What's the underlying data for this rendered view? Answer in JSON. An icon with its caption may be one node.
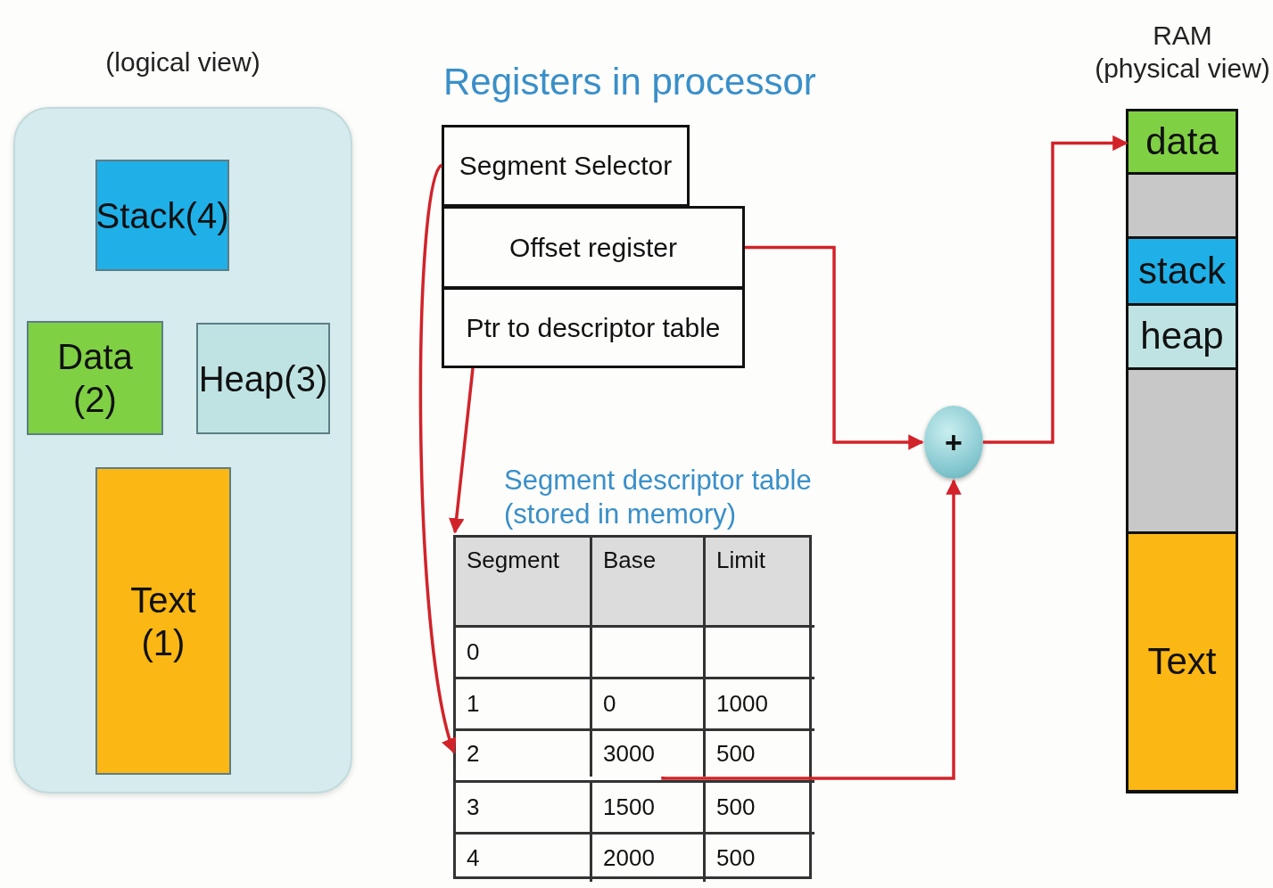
{
  "diagram": {
    "nodes": [
      {
        "text": [
          "(logical view)"
        ]
      },
      {
        "text": [
          "Stack(4)"
        ],
        "in": 0
      },
      {
        "text": [
          "Data (2)"
        ],
        "in": 0
      },
      {
        "text": [
          "Heap(3)"
        ],
        "in": 0
      },
      {
        "text": [
          "Text (1)"
        ],
        "in": 0
      },
      {
        "text": [
          "Segment Selector"
        ]
      },
      {
        "text": [
          "Offset register"
        ]
      },
      {
        "text": [
          "Ptr to descriptor table"
        ]
      },
      {
        "text": [
          "Segment descriptor table (stored in memory)"
        ]
      },
      {
        "text": [
          "Segment"
        ],
        "in": 8
      },
      {
        "text": [
          "Base"
        ],
        "in": 8
      },
      {
        "text": [
          "Limit"
        ],
        "in": 8
      },
      {
        "text": [
          "0"
        ],
        "in": 8
      },
      {
        "text": [
          "1"
        ],
        "in": 8
      },
      {
        "text": [
          "0"
        ],
        "in": 8
      },
      {
        "text": [
          "1000"
        ],
        "in": 8
      },
      {
        "text": [
          "2"
        ],
        "in": 8
      },
      {
        "text": [
          "3000"
        ],
        "in": 8
      },
      {
        "text": [
          "500"
        ],
        "in": 8
      },
      {
        "text": [
          "3"
        ],
        "in": 8
      },
      {
        "text": [
          "1500"
        ],
        "in": 8
      },
      {
        "text": [
          "500"
        ],
        "in": 8
      },
      {
        "text": [
          "4"
        ],
        "in": 8
      },
      {
        "text": [
          "2000"
        ],
        "in": 8
      },
      {
        "text": [
          "500"
        ],
        "in": 8
      },
      {
        "text": [
          "+"
        ]
      },
      {
        "text": [
          "RAM",
          "(physical view)"
        ]
      },
      {
        "text": [
          "data"
        ],
        "in": 26
      },
      {
        "text": [],
        "shape": "box",
        "in": 26
      },
      {
        "text": [
          "stack"
        ],
        "in": 26
      },
      {
        "text": [
          "heap"
        ],
        "in": 26
      },
      {
        "text": [],
        "shape": "box",
        "in": 26
      },
      {
        "text": [
          "Text"
        ],
        "in": 26
      }
    ],
    "edges": [
      {
        "from": 5,
        "to": 16,
        "arrow": "to"
      },
      {
        "from": 7,
        "to": 8,
        "arrow": "to"
      },
      {
        "from": 6,
        "to": 25,
        "arrow": "to"
      },
      {
        "from": 17,
        "to": 25,
        "arrow": "to"
      },
      {
        "from": 25,
        "to": 27,
        "arrow": "to"
      }
    ],
    "labels": [
      "Registers in processor"
    ]
  }
}
